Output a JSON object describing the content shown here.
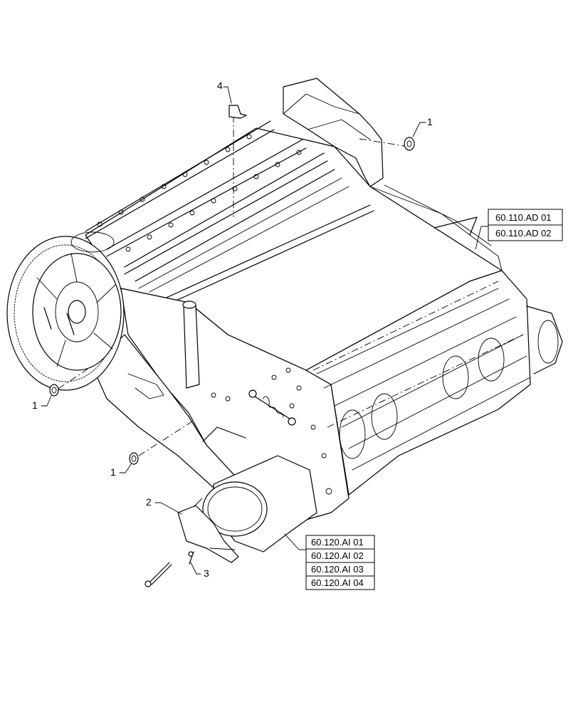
{
  "callouts": {
    "item_1_a": "1",
    "item_1_b": "1",
    "item_1_c": "1",
    "item_2": "2",
    "item_3": "3",
    "item_4": "4"
  },
  "references": {
    "upper": [
      "60.110.AD 01",
      "60.110.AD 02"
    ],
    "lower": [
      "60.120.AI 01",
      "60.120.AI 02",
      "60.120.AI 03",
      "60.120.AI 04"
    ]
  }
}
